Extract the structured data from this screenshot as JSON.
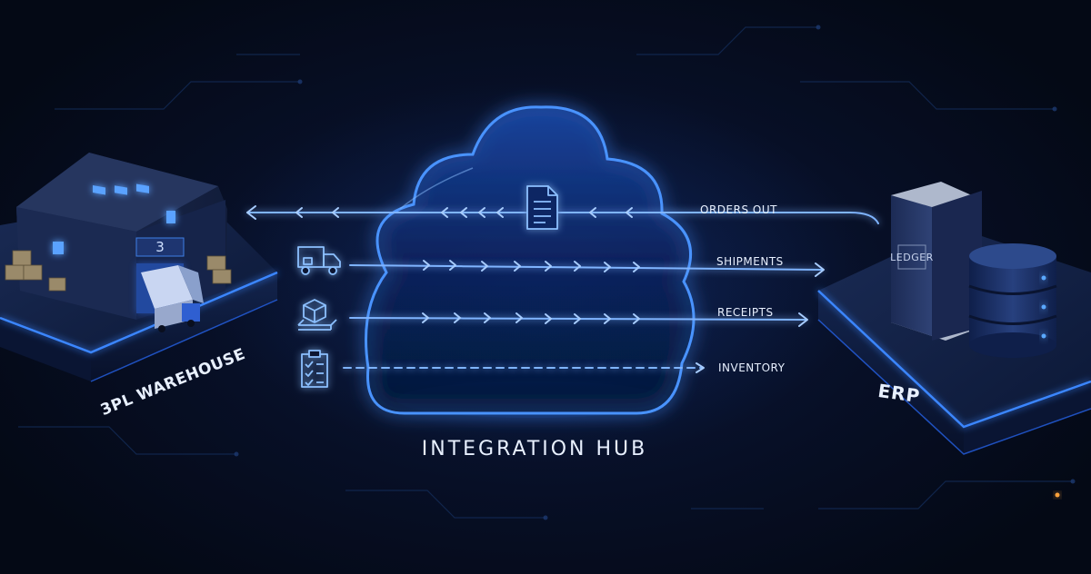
{
  "hub": {
    "title": "INTEGRATION HUB"
  },
  "warehouse": {
    "label": "3PL WAREHOUSE",
    "dock_number": "3"
  },
  "erp": {
    "label": "ERP",
    "ledger_label": "LEDGER"
  },
  "flows": [
    {
      "label": "ORDERS OUT",
      "direction": "erp-to-warehouse",
      "line_style": "solid",
      "icon": "document-icon"
    },
    {
      "label": "SHIPMENTS",
      "direction": "warehouse-to-erp",
      "line_style": "solid",
      "icon": "truck-icon"
    },
    {
      "label": "RECEIPTS",
      "direction": "warehouse-to-erp",
      "line_style": "solid",
      "icon": "boxes-on-pallet-icon"
    },
    {
      "label": "INVENTORY",
      "direction": "warehouse-to-erp",
      "line_style": "dashed",
      "icon": "clipboard-checklist-icon"
    }
  ],
  "colors": {
    "background": "#060d1f",
    "glow": "#3f8cff",
    "line": "#7fb4ff",
    "text": "#e8f0ff"
  }
}
